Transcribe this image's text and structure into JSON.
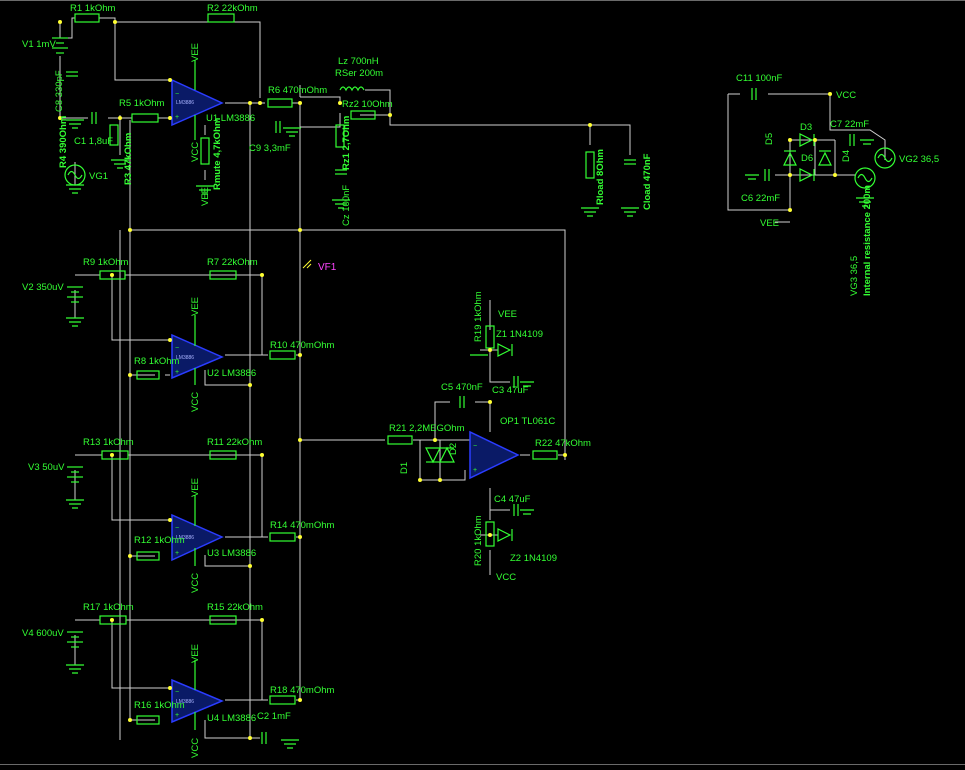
{
  "colors": {
    "background": "#000000",
    "text": "#33ff33",
    "wire": "#cfcfcf",
    "pin": "#ffff33",
    "opamp_fill": "#0a1a66",
    "probe": "#ff44ff"
  },
  "labels": {
    "R1": "R1 1kOhm",
    "R2": "R2 22kOhm",
    "V1": "V1 1mV",
    "C8": "C8 330pF",
    "R5": "R5 1kOhm",
    "C1": "C1 1,8uF",
    "R4": "R4 390Ohm",
    "VG1": "VG1",
    "R3": "R3 47kOhm",
    "U1": "U1 LM3886",
    "Rmute": "Rmute 4,7kOhm",
    "R6": "R6 470mOhm",
    "C9": "C9 3,3mF",
    "Lz": "Lz 700nH",
    "RSer": "RSer 200m",
    "Rz2": "Rz2 10Ohm",
    "Rz1": "Rz1 2,7Ohm",
    "Cz": "Cz 100nF",
    "Rload": "Rload 8Ohm",
    "Cload": "Cload 470nF",
    "VF1": "VF1",
    "R9": "R9 1kOhm",
    "R7": "R7 22kOhm",
    "V2": "V2 350uV",
    "R8": "R8 1kOhm",
    "U2": "U2 LM3886",
    "R10": "R10 470mOhm",
    "R13": "R13 1kOhm",
    "R11": "R11 22kOhm",
    "V3": "V3 50uV",
    "R12": "R12 1kOhm",
    "U3": "U3 LM3886",
    "R14": "R14 470mOhm",
    "R17": "R17 1kOhm",
    "R15": "R15 22kOhm",
    "V4": "V4 600uV",
    "R16": "R16 1kOhm",
    "U4": "U4 LM3886",
    "C2": "C2 1mF",
    "R18": "R18 470mOhm",
    "R19": "R19 1kOhm",
    "Z1": "Z1 1N4109",
    "C5": "C5 470nF",
    "C3": "C3 47uF",
    "OP1": "OP1 TL061C",
    "R21": "R21 2,2MEGOhm",
    "R22": "R22 47kOhm",
    "D1": "D1",
    "D2": "D2",
    "C4": "C4 47uF",
    "R20": "R20 1kOhm",
    "Z2": "Z2 1N4109",
    "C11": "C11 100nF",
    "C7": "C7 22mF",
    "C6": "C6 22mF",
    "D3": "D3",
    "D4": "D4",
    "D5": "D5",
    "D6": "D6",
    "VG2": "VG2 36,5",
    "VG3": "VG3 36,5",
    "VG3_int": "Internal resistance 200m",
    "rail_vee": "VEE",
    "rail_vcc": "VCC",
    "opamp_part": "LM3886"
  }
}
